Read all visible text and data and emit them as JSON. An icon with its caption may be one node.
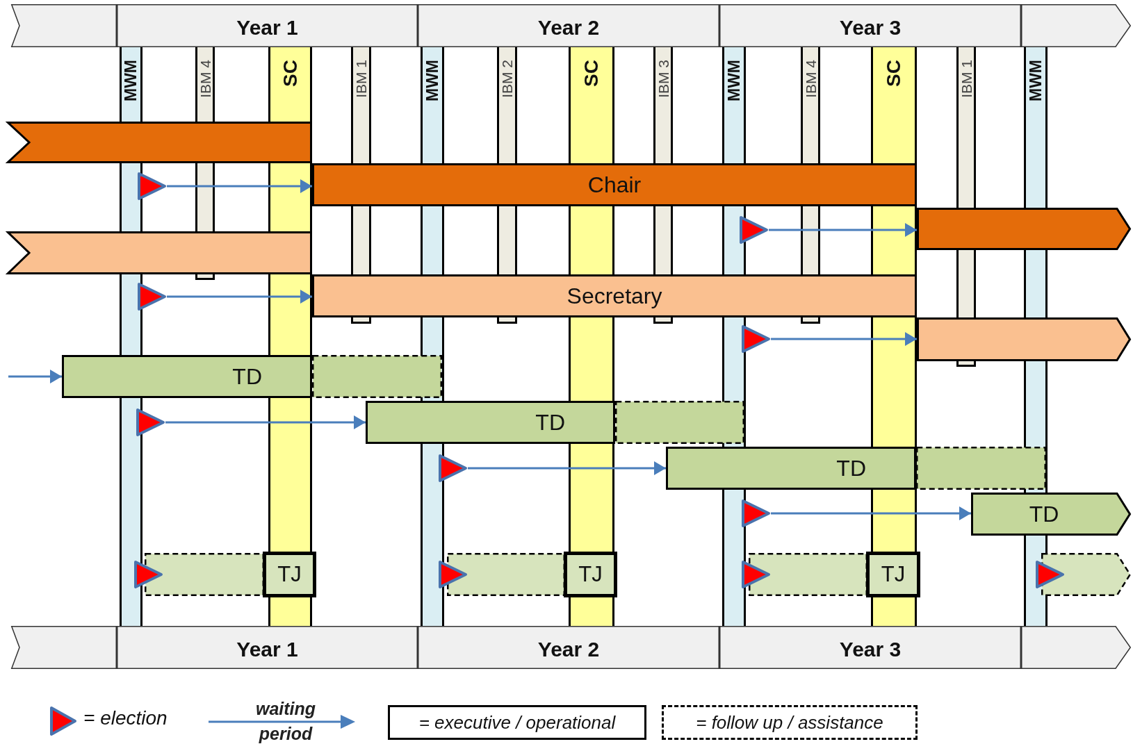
{
  "diagram": {
    "nodes": [
      {
        "text": [],
        "shape": "box"
      },
      {
        "text": [
          "Year 1"
        ]
      },
      {
        "text": [
          "Year 2"
        ]
      },
      {
        "text": [
          "Year 3"
        ]
      },
      {
        "text": [],
        "shape": "box"
      },
      {
        "text": [
          "MWM"
        ]
      },
      {
        "text": [
          "IBM 4"
        ]
      },
      {
        "text": [
          "SC"
        ]
      },
      {
        "text": [
          "IBM 1"
        ]
      },
      {
        "text": [
          "MWM"
        ]
      },
      {
        "text": [
          "IBM 2"
        ]
      },
      {
        "text": [
          "SC"
        ]
      },
      {
        "text": [
          "IBM 3"
        ]
      },
      {
        "text": [
          "MWM"
        ]
      },
      {
        "text": [
          "IBM 4"
        ]
      },
      {
        "text": [
          "SC"
        ]
      },
      {
        "text": [
          "IBM 1"
        ]
      },
      {
        "text": [
          "MWM"
        ]
      },
      {
        "text": [],
        "shape": "bar"
      },
      {
        "text": [],
        "shape": "triangle"
      },
      {
        "text": [
          "Chair"
        ]
      },
      {
        "text": [],
        "shape": "triangle"
      },
      {
        "text": [],
        "shape": "bar"
      },
      {
        "text": [],
        "shape": "bar"
      },
      {
        "text": [],
        "shape": "triangle"
      },
      {
        "text": [
          "Secretary"
        ]
      },
      {
        "text": [],
        "shape": "triangle"
      },
      {
        "text": [],
        "shape": "bar"
      },
      {
        "text": [
          "TD"
        ]
      },
      {
        "text": [],
        "shape": "bar"
      },
      {
        "text": [],
        "shape": "triangle"
      },
      {
        "text": [
          "TD"
        ]
      },
      {
        "text": [],
        "shape": "bar"
      },
      {
        "text": [],
        "shape": "triangle"
      },
      {
        "text": [
          "TD"
        ]
      },
      {
        "text": [],
        "shape": "bar"
      },
      {
        "text": [],
        "shape": "triangle"
      },
      {
        "text": [
          "TD"
        ]
      },
      {
        "text": [],
        "shape": "bar"
      },
      {
        "text": [
          "TJ"
        ]
      },
      {
        "text": [],
        "shape": "bar"
      },
      {
        "text": [
          "TJ"
        ]
      },
      {
        "text": [],
        "shape": "bar"
      },
      {
        "text": [
          "TJ"
        ]
      },
      {
        "text": [],
        "shape": "bar"
      },
      {
        "text": [],
        "shape": "box"
      },
      {
        "text": [
          "Year 1"
        ]
      },
      {
        "text": [
          "Year 2"
        ]
      },
      {
        "text": [
          "Year 3"
        ]
      },
      {
        "text": [],
        "shape": "box"
      }
    ],
    "edges": [
      {
        "from": 19,
        "to": 20,
        "arrow": "to"
      },
      {
        "from": 21,
        "to": 22,
        "arrow": "to"
      },
      {
        "from": 24,
        "to": 25,
        "arrow": "to"
      },
      {
        "from": 26,
        "to": 27,
        "arrow": "to"
      },
      {
        "from": null,
        "to": 28,
        "arrow": "to"
      },
      {
        "from": 30,
        "to": 31,
        "arrow": "to"
      },
      {
        "from": 33,
        "to": 34,
        "arrow": "to"
      },
      {
        "from": 36,
        "to": 37,
        "arrow": "to"
      }
    ],
    "legend": [
      {
        "text": "= election"
      },
      {
        "text": "waiting period"
      },
      {
        "text": "= executive / operational"
      },
      {
        "text": "= follow up / assistance"
      }
    ]
  }
}
